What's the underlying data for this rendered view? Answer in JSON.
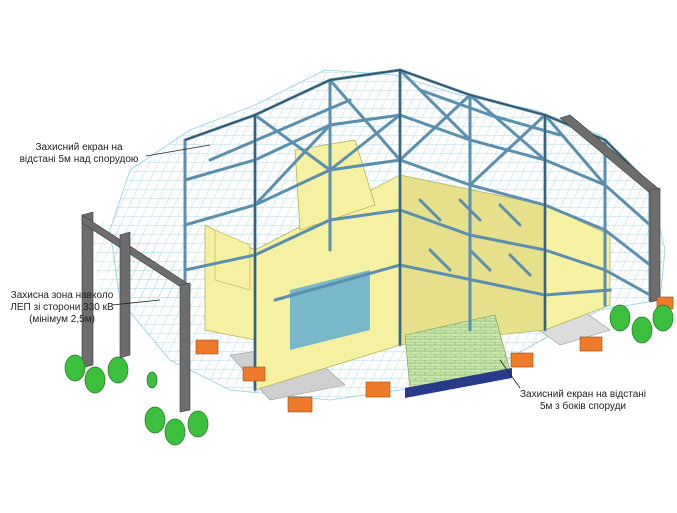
{
  "callouts": {
    "top_screen": {
      "line1": "Захисний екран на",
      "line2": "відстані 5м над спорудою"
    },
    "power_line_zone": {
      "line1": "Захисна зона навколо",
      "line2": "ЛЕП зі сторони 330 кВ",
      "line3": "(мінімум 2,5м)"
    },
    "side_screen": {
      "line1": "Захисний екран на відстані",
      "line2": "5м з боків споруди"
    }
  },
  "colors": {
    "steel_frame": "#5a8fb0",
    "steel_dark": "#2f4f63",
    "screen_mesh": "#7fc8dc",
    "wall_fill": "#f6f1a0",
    "wall_fill_shade": "#e6e08a",
    "opening_blue": "#5aa9d6",
    "brick_green": "#c8e6a8",
    "counterweight_green": "#3cbf3c",
    "footing_orange": "#ee7a2a",
    "mast_grey": "#6d6d6d",
    "ground_slab": "#cfcfcf"
  }
}
